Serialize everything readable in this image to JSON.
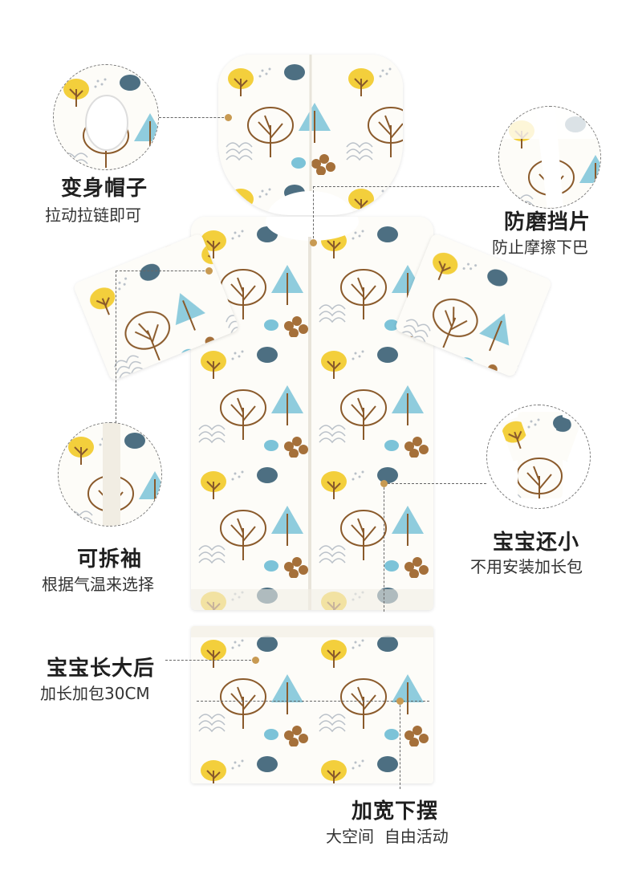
{
  "features": {
    "hood": {
      "title": "变身帽子",
      "subtitle": "拉动拉链即可"
    },
    "chin_guard": {
      "title": "防磨挡片",
      "subtitle": "防止摩擦下巴"
    },
    "sleeves": {
      "title": "可拆袖",
      "subtitle": "根据气温来选择"
    },
    "small_baby": {
      "title": "宝宝还小",
      "subtitle": "不用安装加长包"
    },
    "grown_baby": {
      "title": "宝宝长大后",
      "subtitle": "加长加包30CM"
    },
    "wide_hem": {
      "title": "加宽下摆",
      "subtitle": "大空间  自由活动"
    }
  },
  "palette": {
    "yellow": "#f3cf3c",
    "blue": "#7cc3d8",
    "slate": "#4d6f82",
    "brown": "#8a5a2b",
    "gray": "#b9c0c8",
    "dot": "#c89a52"
  }
}
